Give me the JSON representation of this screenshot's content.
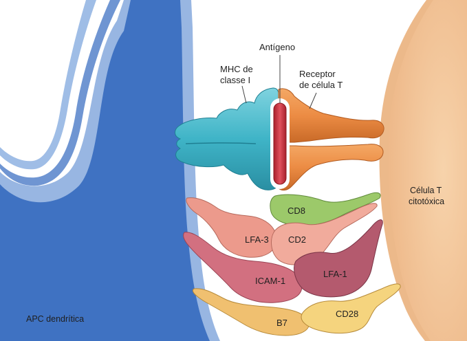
{
  "labels": {
    "antigen": "Antígeno",
    "mhc_line1": "MHC de",
    "mhc_line2": "classe I",
    "tcr_line1": "Receptor",
    "tcr_line2": "de célula T",
    "tcell_line1": "Célula T",
    "tcell_line2": "citotóxica",
    "apc": "APC dendrítica",
    "cd8": "CD8",
    "lfa3": "LFA-3",
    "cd2": "CD2",
    "icam1": "ICAM-1",
    "lfa1": "LFA-1",
    "b7": "B7",
    "cd28": "CD28"
  },
  "colors": {
    "apc_dark": "#3f72c2",
    "apc_light": "#98b6e2",
    "apc_mid": "#6f95d2",
    "tcell_fill": "#f4c99c",
    "tcell_rim": "#ecb98a",
    "mhc": "#3fb4c7",
    "tcr": "#ec8c44",
    "antigen": "#d2323f",
    "cd8": "#9cc96a",
    "lfa3": "#ec9a8c",
    "cd2": "#f1ab9c",
    "icam1": "#d27080",
    "lfa1": "#b45a6e",
    "b7": "#f0c070",
    "cd28": "#f5d47e"
  }
}
